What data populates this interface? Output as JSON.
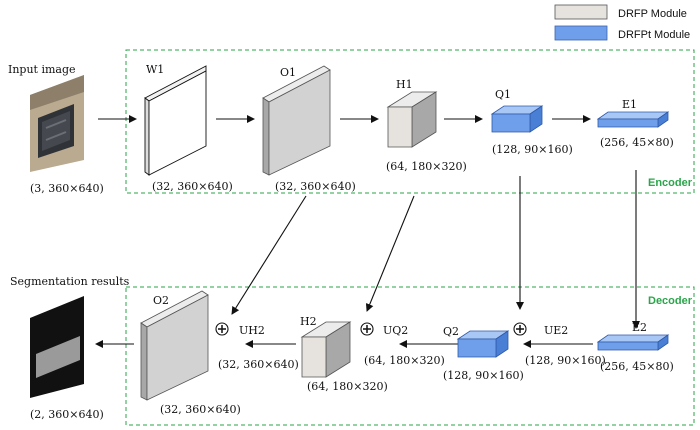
{
  "legend": {
    "drfp_label": "DRFP Module",
    "drfpt_label": "DRFPt Module",
    "drfp_color": "#e6e3de",
    "drfpt_color": "#6f9fea"
  },
  "colors": {
    "box_border": "#2aa54a",
    "gray_front": "#d2d2d2",
    "gray_top": "#ececec",
    "gray_side": "#a8a8a8",
    "blue_front": "#6f9fea",
    "blue_top": "#a9c7f5",
    "blue_side": "#4a7fd6",
    "arrow": "#111111"
  },
  "encoder": {
    "title": "Encoder",
    "input_label": "Input image",
    "input_dims": "(3, 360×640)",
    "nodes": {
      "w1": {
        "name": "W1",
        "dims": "(32, 360×640)"
      },
      "o1": {
        "name": "O1",
        "dims": "(32, 360×640)"
      },
      "h1": {
        "name": "H1",
        "dims": "(64, 180×320)"
      },
      "q1": {
        "name": "Q1",
        "dims": "(128, 90×160)"
      },
      "e1": {
        "name": "E1",
        "dims": "(256, 45×80)"
      }
    }
  },
  "decoder": {
    "title": "Decoder",
    "output_label": "Segmentation results",
    "output_dims": "(2, 360×640)",
    "nodes": {
      "o2": {
        "name": "O2",
        "dims": "(32, 360×640)"
      },
      "uh2": {
        "name": "UH2",
        "dims": "(32, 360×640)"
      },
      "h2": {
        "name": "H2",
        "dims": "(64, 180×320)"
      },
      "uq2": {
        "name": "UQ2",
        "dims": "(64, 180×320)"
      },
      "q2": {
        "name": "Q2",
        "dims": "(128, 90×160)"
      },
      "ue2": {
        "name": "UE2",
        "dims": "(128, 90×160)"
      },
      "e2": {
        "name": "E2",
        "dims": "(256, 45×80)"
      }
    },
    "add_symbol": "⊕"
  }
}
